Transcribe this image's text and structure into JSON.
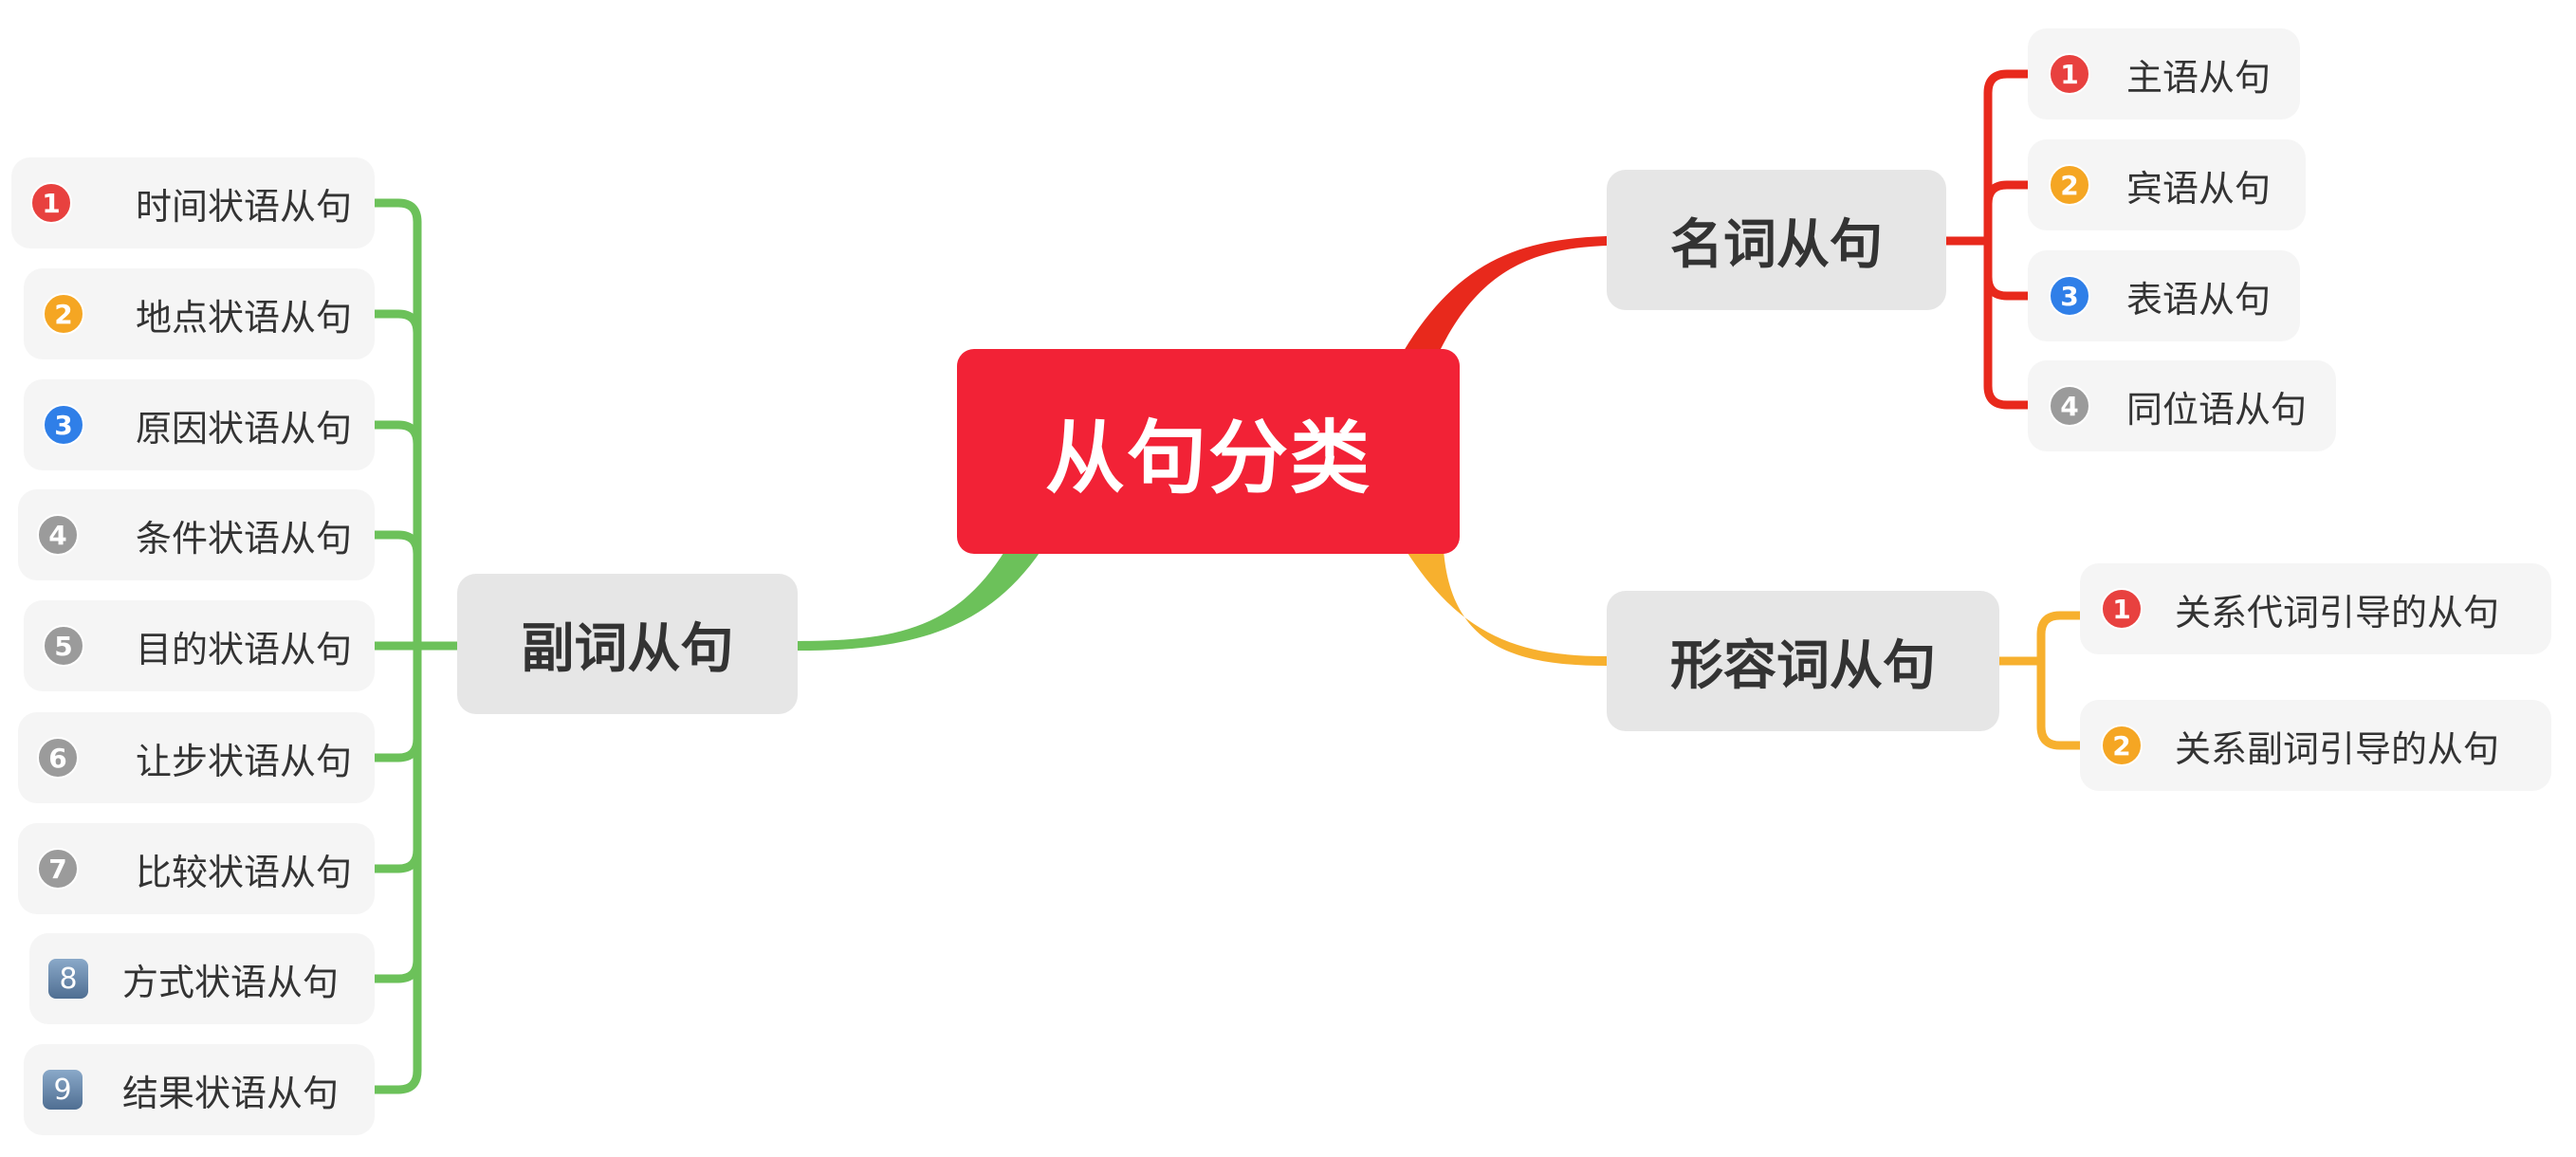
{
  "root": {
    "label": "从句分类",
    "color": "#F22236"
  },
  "branches": {
    "noun": {
      "label": "名词从句",
      "color": "#E8291C",
      "children": [
        {
          "index": "1",
          "label": "主语从句",
          "badge_color": "#E8413F",
          "badge_icon": "number-1-circle-icon"
        },
        {
          "index": "2",
          "label": "宾语从句",
          "badge_color": "#F5A623",
          "badge_icon": "number-2-circle-icon"
        },
        {
          "index": "3",
          "label": "表语从句",
          "badge_color": "#2F7FE8",
          "badge_icon": "number-3-circle-icon"
        },
        {
          "index": "4",
          "label": "同位语从句",
          "badge_color": "#9B9B9B",
          "badge_icon": "number-4-circle-icon"
        }
      ]
    },
    "adjective": {
      "label": "形容词从句",
      "color": "#F7B02E",
      "children": [
        {
          "index": "1",
          "label": "关系代词引导的从句",
          "badge_color": "#E8413F",
          "badge_icon": "number-1-circle-icon"
        },
        {
          "index": "2",
          "label": "关系副词引导的从句",
          "badge_color": "#F5A623",
          "badge_icon": "number-2-circle-icon"
        }
      ]
    },
    "adverb": {
      "label": "副词从句",
      "color": "#6CC15A",
      "children": [
        {
          "index": "1",
          "label": "时间状语从句",
          "badge_color": "#E8413F",
          "badge_icon": "number-1-circle-icon"
        },
        {
          "index": "2",
          "label": "地点状语从句",
          "badge_color": "#F5A623",
          "badge_icon": "number-2-circle-icon"
        },
        {
          "index": "3",
          "label": "原因状语从句",
          "badge_color": "#2F7FE8",
          "badge_icon": "number-3-circle-icon"
        },
        {
          "index": "4",
          "label": "条件状语从句",
          "badge_color": "#9B9B9B",
          "badge_icon": "number-4-circle-icon"
        },
        {
          "index": "5",
          "label": "目的状语从句",
          "badge_color": "#9B9B9B",
          "badge_icon": "number-5-circle-icon"
        },
        {
          "index": "6",
          "label": "让步状语从句",
          "badge_color": "#9B9B9B",
          "badge_icon": "number-6-circle-icon"
        },
        {
          "index": "7",
          "label": "比较状语从句",
          "badge_color": "#9B9B9B",
          "badge_icon": "number-7-circle-icon"
        },
        {
          "index": "8",
          "label": "方式状语从句",
          "badge_color": "#5A7A9E",
          "badge_icon": "keycap-8-icon"
        },
        {
          "index": "9",
          "label": "结果状语从句",
          "badge_color": "#5A7A9E",
          "badge_icon": "keycap-9-icon"
        }
      ]
    }
  }
}
